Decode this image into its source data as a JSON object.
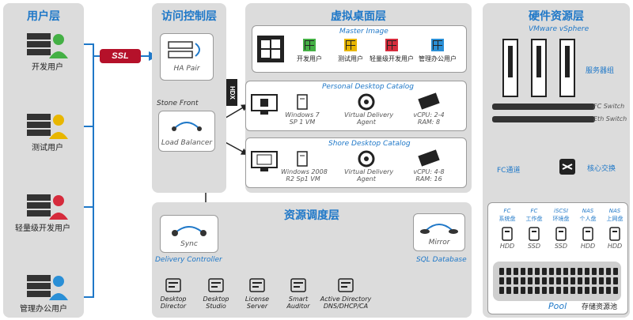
{
  "layers": {
    "users": "用户层",
    "access": "访问控制层",
    "desktop": "虚拟桌面层",
    "hardware": "硬件资源层",
    "resource": "资源调度层"
  },
  "users": [
    "开发用户",
    "测试用户",
    "轻量级开发用户",
    "管理办公用户"
  ],
  "ssl": "SSL",
  "access": {
    "ha_pair": "HA Pair",
    "stone_front": "Stone Front",
    "load_balancer": "Load Balancer",
    "hdx": "HDX"
  },
  "master": {
    "title": "Master Image",
    "items": [
      "开发用户",
      "测试用户",
      "轻量级开发用户",
      "管理办公用户"
    ]
  },
  "personal": {
    "title": "Personal Desktop Catalog",
    "os": [
      "Windows 7",
      "SP 1 VM"
    ],
    "agent": [
      "Virtual Delivery",
      "Agent"
    ],
    "spec": [
      "vCPU: 2-4",
      "RAM: 8"
    ]
  },
  "shore": {
    "title": "Shore Desktop Catalog",
    "os": [
      "Windows 2008",
      "R2 Sp1 VM"
    ],
    "agent": [
      "Virtual Delivery",
      "Agent"
    ],
    "spec": [
      "vCPU: 4-8",
      "RAM: 16"
    ]
  },
  "hardware": {
    "vmware": "VMware vSphere",
    "server_group": "服务器组",
    "fc_switch": "FC Switch",
    "eth_switch": "Eth Switch",
    "fc_channel": "FC通道",
    "core_switch": "核心交换",
    "disks": [
      {
        "top": "FC",
        "name": "系统盘",
        "type": "HDD"
      },
      {
        "top": "FC",
        "name": "工作盘",
        "type": "SSD"
      },
      {
        "top": "iSCSI",
        "name": "环境盘",
        "type": "SSD"
      },
      {
        "top": "NAS",
        "name": "个人盘",
        "type": "HDD"
      },
      {
        "top": "NAS",
        "name": "上网盘",
        "type": "HDD"
      }
    ],
    "pool": "Pool",
    "storage_pool": "存储资源池"
  },
  "resource": {
    "sync": "Sync",
    "delivery_controller": "Delivery Controller",
    "mirror": "Mirror",
    "sql_database": "SQL Database",
    "tools": [
      [
        "Desktop",
        "Director"
      ],
      [
        "Desktop",
        "Studio"
      ],
      [
        "License",
        "Server"
      ],
      [
        "Smart",
        "Auditor"
      ],
      [
        "Active Directory",
        "DNS/DHCP/CA"
      ]
    ]
  }
}
